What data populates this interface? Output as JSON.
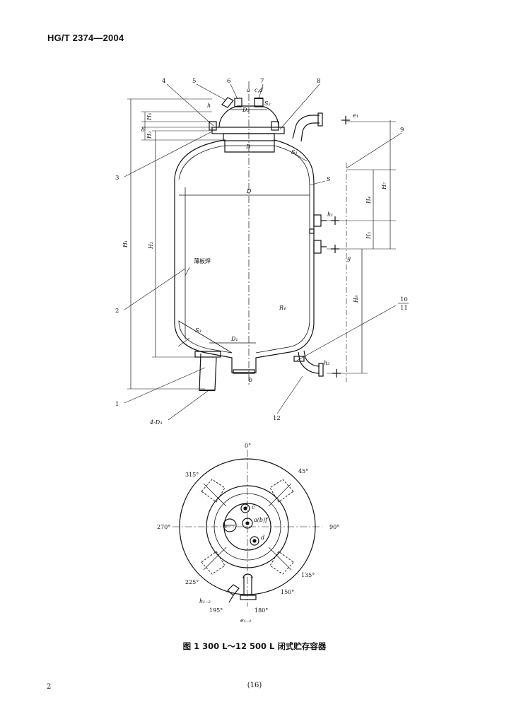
{
  "header": {
    "doc_id": "HG/T 2374—2004"
  },
  "figure": {
    "caption": "图 1   300 L～12 500 L 闭式贮存容器",
    "side_view": {
      "callouts": [
        "1",
        "2",
        "3",
        "4",
        "5",
        "6",
        "7",
        "8",
        "9",
        "10",
        "11",
        "12"
      ],
      "callout_10_11": "10/11",
      "annotations": {
        "weld_seam": "薄板焊",
        "D": "D",
        "D_body": "D",
        "D2": "D₂",
        "D1": "D₁",
        "D3": "4-D₃",
        "R4": "R₄",
        "S": "S",
        "S1": "S₁",
        "S2": "S₂",
        "S3": "S₃",
        "H1": "H₁",
        "H2": "H₂",
        "H3": "H₃",
        "H4": "H₄",
        "H5": "H₅",
        "H6": "H₆",
        "H7": "H₇",
        "H8": "H₈",
        "delta": "δ",
        "a": "a",
        "b": "b",
        "cd": "c,d",
        "e1": "e₁",
        "g": "g",
        "h": "h",
        "h1": "h₁",
        "h2": "h₂"
      }
    },
    "top_view": {
      "angles": [
        "0°",
        "45°",
        "90°",
        "135°",
        "180°",
        "195°",
        "225°",
        "270°",
        "315°"
      ],
      "labels": {
        "c": "c",
        "abf": "a(b)f",
        "h": "h",
        "d": "d",
        "h12": "h₁₋₂",
        "e12": "e₁₋₂"
      }
    }
  },
  "footer": {
    "page_left": "2",
    "page_center": "(16)"
  }
}
